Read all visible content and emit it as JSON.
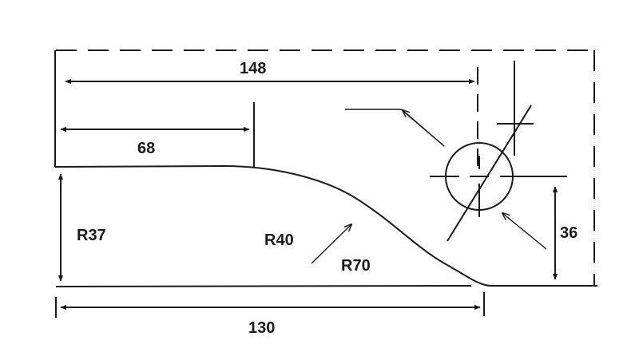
{
  "labels": {
    "dim_148": "148",
    "dim_68": "68",
    "dim_r37": "R37",
    "dim_r40": "R40",
    "dim_r70": "R70",
    "dim_36": "36",
    "dim_130": "130"
  },
  "colors": {
    "ink": "#1a1a1a",
    "background": "#ffffff"
  }
}
